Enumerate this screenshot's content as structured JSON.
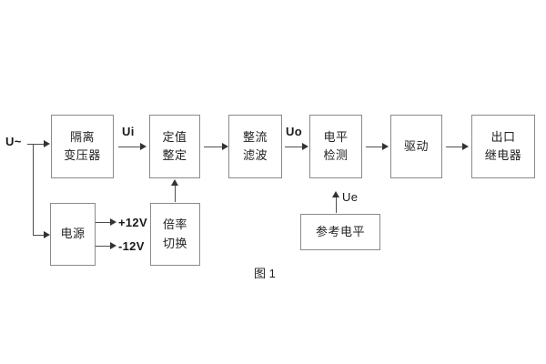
{
  "figure": {
    "caption": "图 1",
    "background_color": "#ffffff",
    "box_border_color": "#8a8a8a",
    "line_color": "#4d4d4d"
  },
  "blocks": [
    {
      "id": "isolation-transformer",
      "line1": "隔离",
      "line2": "变压器"
    },
    {
      "id": "power-supply",
      "line1": "电源",
      "line2": ""
    },
    {
      "id": "setpoint-adjust",
      "line1": "定值",
      "line2": "整定"
    },
    {
      "id": "multiplier-switch",
      "line1": "倍率",
      "line2": "切换"
    },
    {
      "id": "rectify-filter",
      "line1": "整流",
      "line2": "滤波"
    },
    {
      "id": "level-detect",
      "line1": "电平",
      "line2": "检测"
    },
    {
      "id": "drive",
      "line1": "驱动",
      "line2": ""
    },
    {
      "id": "output-relay",
      "line1": "出口",
      "line2": "继电器"
    },
    {
      "id": "reference-level",
      "line1": "参考电平",
      "line2": ""
    }
  ],
  "signals": {
    "input_ac": "U~",
    "ui": "Ui",
    "uo": "Uo",
    "ue": "Ue",
    "rail_positive": "+12V",
    "rail_negative": "-12V"
  }
}
